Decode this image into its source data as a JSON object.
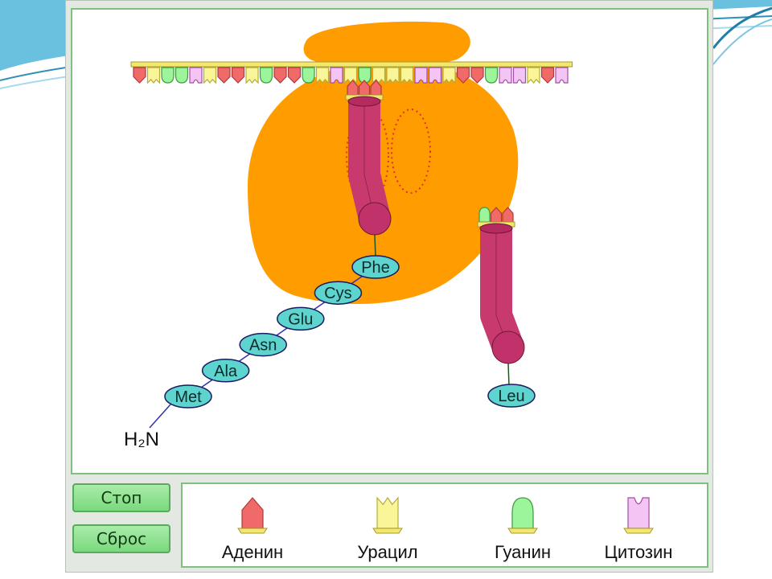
{
  "controls": {
    "stop_label": "Стоп",
    "reset_label": "Сброс"
  },
  "legend": [
    {
      "label": "Аденин",
      "base": "A"
    },
    {
      "label": "Урацил",
      "base": "U"
    },
    {
      "label": "Гуанин",
      "base": "G"
    },
    {
      "label": "Цитозин",
      "base": "C"
    }
  ],
  "base_colors": {
    "A": {
      "fill": "#f06a6a",
      "stroke": "#b03a3a"
    },
    "U": {
      "fill": "#fbf59a",
      "stroke": "#b5ad3a"
    },
    "G": {
      "fill": "#9cf59a",
      "stroke": "#3d9a3d"
    },
    "C": {
      "fill": "#f4c4f4",
      "stroke": "#a050a0"
    }
  },
  "colors": {
    "ribosome": "#ff9c00",
    "trna_body": "#c83a6e",
    "amino_acid_fill": "#5ed4cf",
    "peptide_bond": "#3030b0",
    "ptr_site": "#e03030"
  },
  "mrna_sequence": [
    "A",
    "U",
    "G",
    "G",
    "C",
    "U",
    "A",
    "A",
    "U",
    "G",
    "A",
    "A",
    "G",
    "U",
    "C",
    "U",
    "G",
    "U",
    "U",
    "U",
    "C",
    "C",
    "U",
    "A",
    "A",
    "G",
    "C",
    "C",
    "U",
    "A",
    "C"
  ],
  "anticodons": {
    "site_p": [
      "A",
      "A",
      "A"
    ],
    "incoming": [
      "G",
      "A",
      "A"
    ]
  },
  "peptide_chain": [
    "Met",
    "Ala",
    "Asn",
    "Glu",
    "Cys",
    "Phe"
  ],
  "free_amino_acid": "Leu",
  "n_terminus": "H₂N"
}
